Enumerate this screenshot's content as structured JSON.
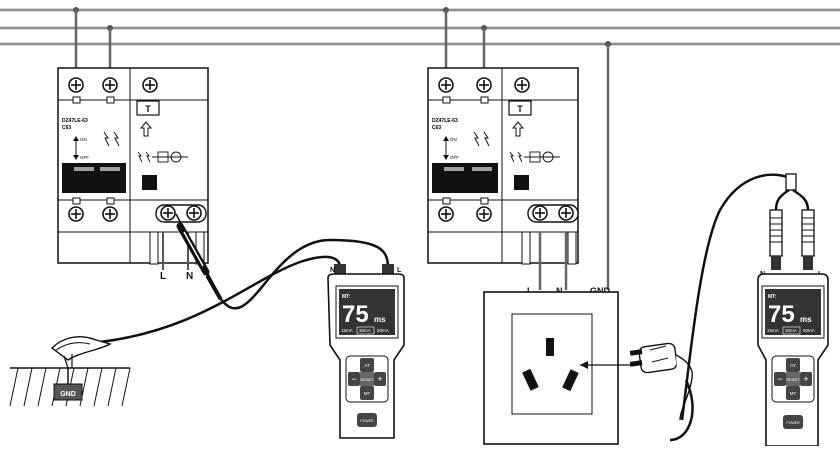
{
  "breakers": {
    "left": {
      "model": "DZ47LE-63",
      "rating": "C63",
      "on_label": "ON",
      "off_label": "OFF",
      "test_label": "T"
    },
    "right": {
      "model": "DZ47LE-63",
      "rating": "C63",
      "on_label": "ON",
      "off_label": "OFF",
      "test_label": "T"
    }
  },
  "terminal_labels": {
    "line": "L",
    "neutral": "N",
    "ground": "GND"
  },
  "testers": {
    "left": {
      "header": "MT:",
      "reading": "75",
      "unit": "ms",
      "ranges": [
        "15mA",
        "30mA",
        "50mA"
      ],
      "selected_range": "30mA",
      "port_n": "N",
      "port_l": "L",
      "buttons": {
        "up": "AT",
        "down": "MT",
        "center": "RESET",
        "minus": "−",
        "plus": "+",
        "power": "POWER"
      }
    },
    "right": {
      "header": "MT:",
      "reading": "75",
      "unit": "ms",
      "ranges": [
        "15mA",
        "30mA",
        "50mA"
      ],
      "selected_range": "30mA",
      "port_n": "N",
      "port_l": "L",
      "buttons": {
        "up": "AT",
        "down": "MT",
        "center": "RESET",
        "minus": "−",
        "plus": "+",
        "power": "POWER"
      }
    }
  },
  "ground_clip_label": "GND"
}
